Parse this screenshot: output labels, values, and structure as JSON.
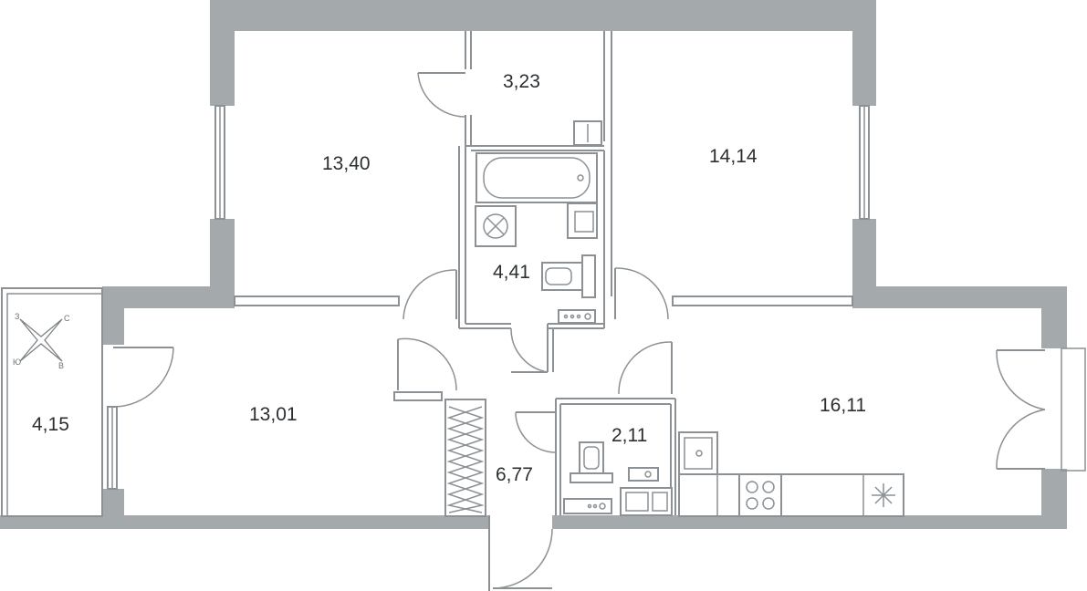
{
  "rooms": [
    {
      "id": "bedroom-left",
      "area": "13,40"
    },
    {
      "id": "hall-storage",
      "area": "3,23"
    },
    {
      "id": "bedroom-right",
      "area": "14,14"
    },
    {
      "id": "bathroom",
      "area": "4,41"
    },
    {
      "id": "balcony",
      "area": "4,15"
    },
    {
      "id": "living-room",
      "area": "13,01"
    },
    {
      "id": "wc",
      "area": "2,11"
    },
    {
      "id": "kitchen",
      "area": "16,11"
    },
    {
      "id": "corridor",
      "area": "6,77"
    }
  ],
  "compass": {
    "n": "С",
    "e": "В",
    "s": "Ю",
    "w": "З"
  }
}
